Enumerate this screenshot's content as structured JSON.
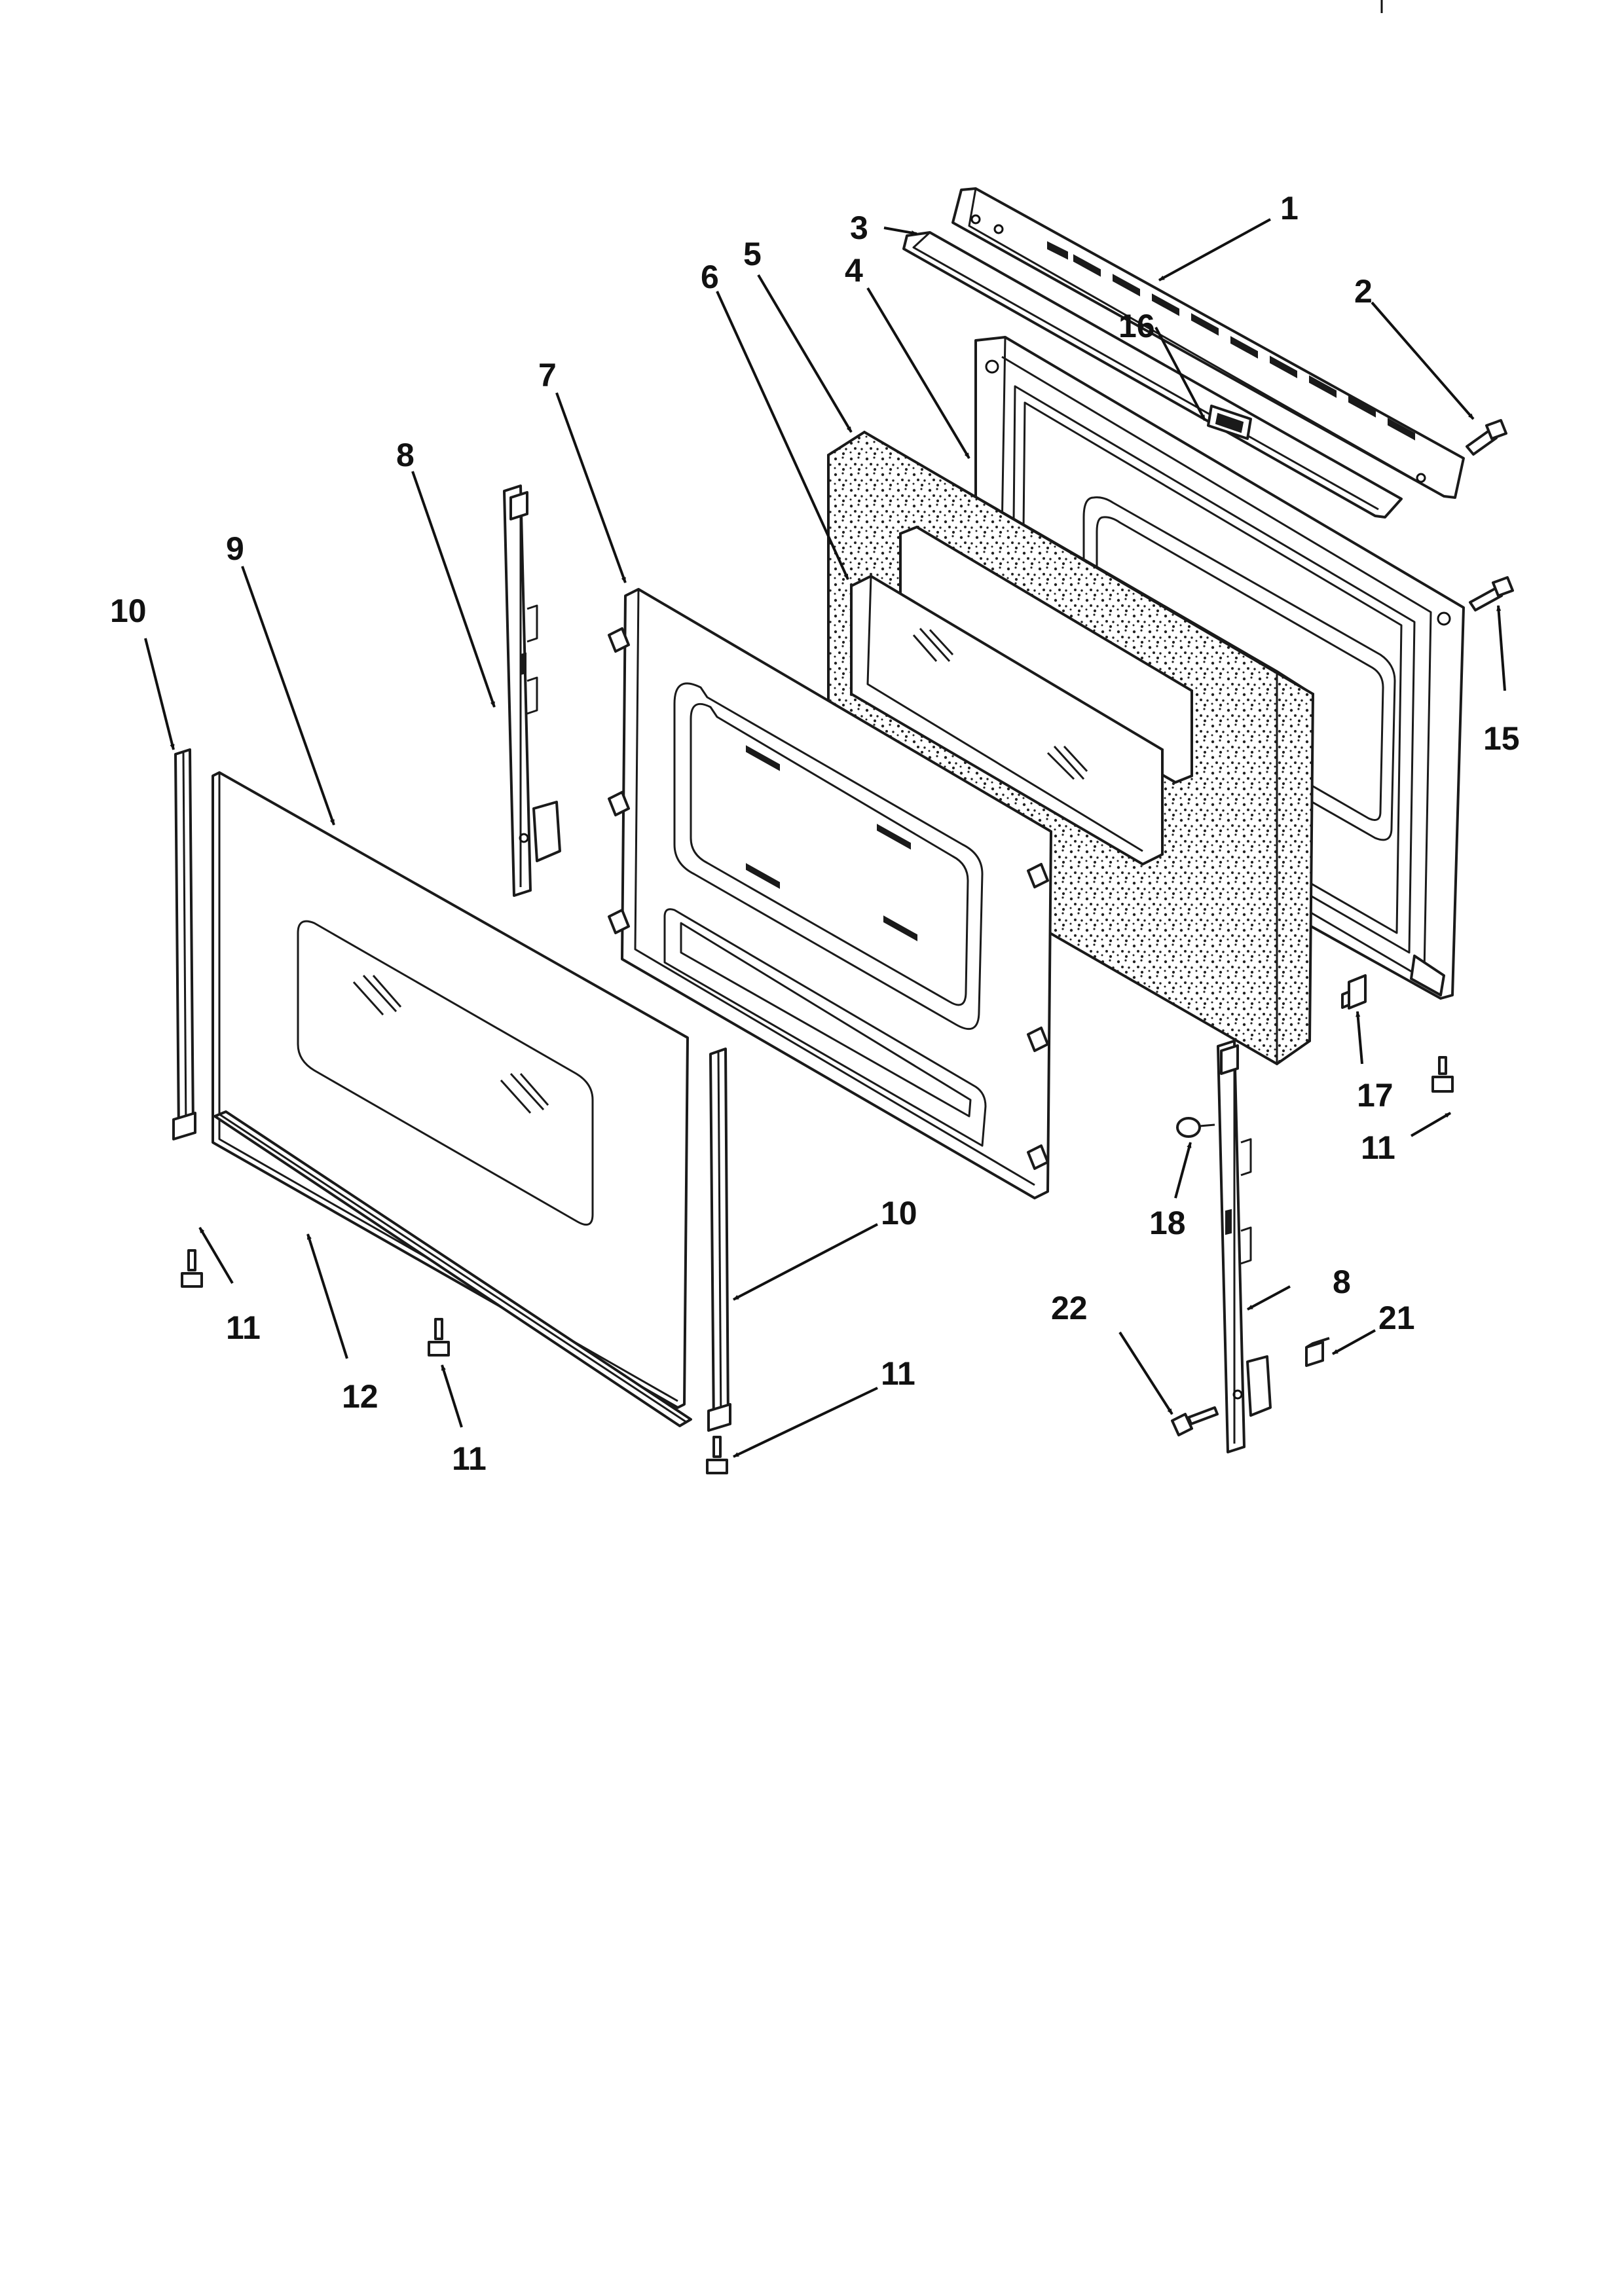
{
  "callouts": [
    {
      "id": "c1",
      "label": "1"
    },
    {
      "id": "c2",
      "label": "2"
    },
    {
      "id": "c3",
      "label": "3"
    },
    {
      "id": "c4",
      "label": "4"
    },
    {
      "id": "c5",
      "label": "5"
    },
    {
      "id": "c6",
      "label": "6"
    },
    {
      "id": "c7",
      "label": "7"
    },
    {
      "id": "c8a",
      "label": "8"
    },
    {
      "id": "c8b",
      "label": "8"
    },
    {
      "id": "c9",
      "label": "9"
    },
    {
      "id": "c10a",
      "label": "10"
    },
    {
      "id": "c10b",
      "label": "10"
    },
    {
      "id": "c11a",
      "label": "11"
    },
    {
      "id": "c11b",
      "label": "11"
    },
    {
      "id": "c11c",
      "label": "11"
    },
    {
      "id": "c11d",
      "label": "11"
    },
    {
      "id": "c12",
      "label": "12"
    },
    {
      "id": "c15",
      "label": "15"
    },
    {
      "id": "c16",
      "label": "16"
    },
    {
      "id": "c17",
      "label": "17"
    },
    {
      "id": "c18",
      "label": "18"
    },
    {
      "id": "c21",
      "label": "21"
    },
    {
      "id": "c22",
      "label": "22"
    }
  ],
  "colors": {
    "line": "#1a1a1a",
    "background": "#ffffff"
  }
}
